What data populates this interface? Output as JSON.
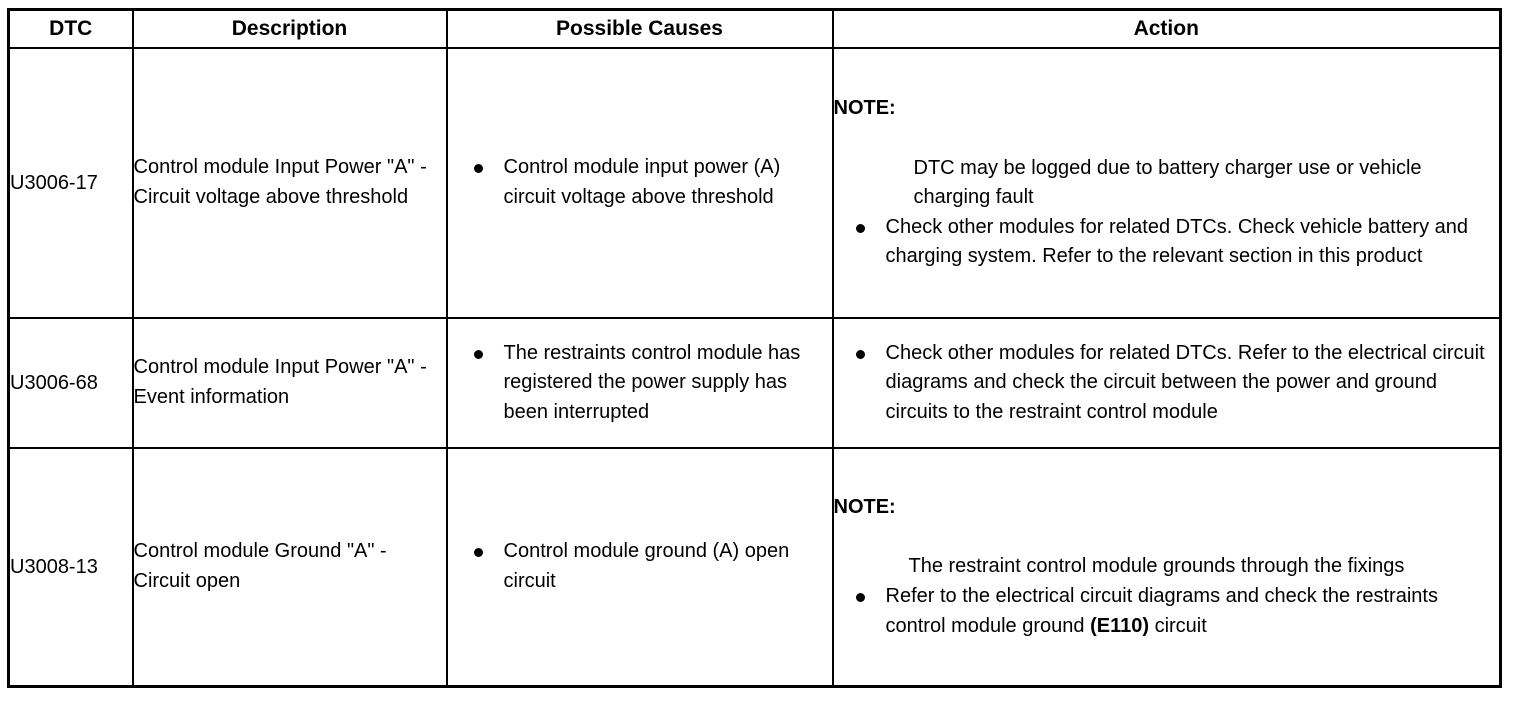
{
  "table": {
    "columns": [
      {
        "key": "dtc",
        "label": "DTC"
      },
      {
        "key": "desc",
        "label": "Description"
      },
      {
        "key": "causes",
        "label": "Possible Causes"
      },
      {
        "key": "action",
        "label": "Action"
      }
    ],
    "rows": [
      {
        "dtc": "U3006-17",
        "description": "Control module Input Power \"A\" - Circuit voltage above threshold",
        "causes": [
          "Control module input power (A) circuit voltage above threshold"
        ],
        "action": {
          "note_label": "NOTE:",
          "note_body": "DTC may be logged due to battery charger use or vehicle charging fault",
          "bullets": [
            "Check other modules for related DTCs. Check vehicle battery and charging system. Refer to the relevant section in this product"
          ]
        }
      },
      {
        "dtc": "U3006-68",
        "description": "Control module Input Power \"A\" - Event information",
        "causes": [
          "The restraints control module has registered the power supply has been interrupted"
        ],
        "action": {
          "note_label": "",
          "note_body": "",
          "bullets": [
            "Check other modules for related DTCs. Refer to the electrical circuit diagrams and check the circuit between the power and ground circuits to the restraint control module"
          ]
        }
      },
      {
        "dtc": "U3008-13",
        "description": "Control module Ground \"A\" - Circuit open",
        "causes": [
          "Control module ground (A) open circuit"
        ],
        "action": {
          "note_label": "NOTE:",
          "note_body": "The restraint control module grounds through the fixings",
          "bullets": [
            "Refer to the electrical circuit diagrams and check the restraints control module ground (E110) circuit"
          ],
          "bullet_bold_fragments": [
            "(E110)"
          ]
        }
      }
    ]
  },
  "colors": {
    "border": "#000000",
    "text": "#000000",
    "background": "#ffffff"
  }
}
